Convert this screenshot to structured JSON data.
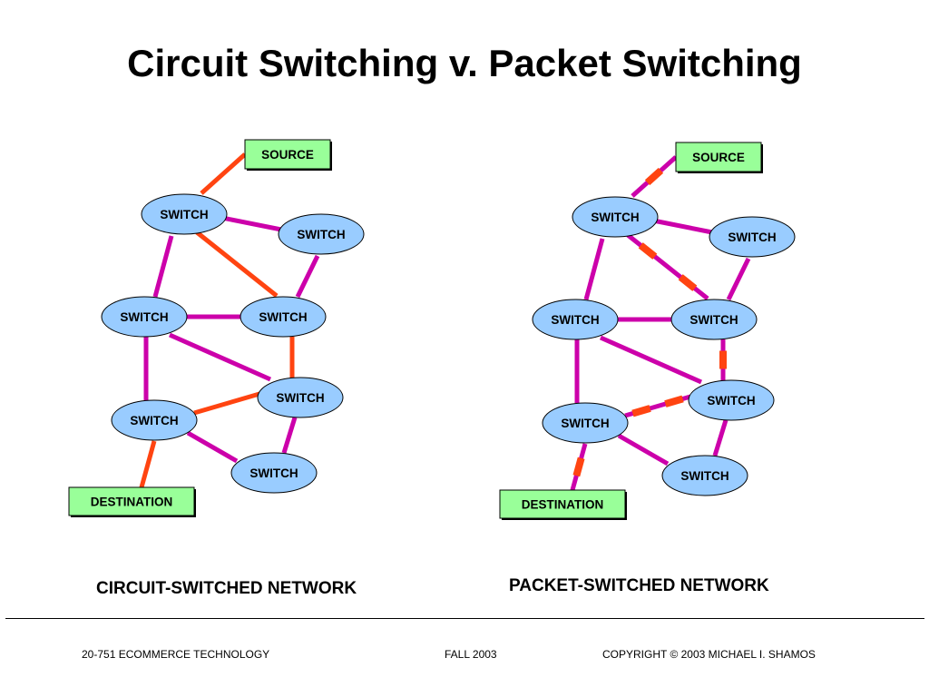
{
  "title": "Circuit Switching v. Packet Switching",
  "colors": {
    "link": "#cc00aa",
    "path": "#ff4411",
    "switch_fill": "#99ccff",
    "endpoint_fill": "#99ff99"
  },
  "networks": [
    {
      "id": "circuit",
      "caption": "CIRCUIT-SWITCHED NETWORK",
      "path_style": "solid",
      "source_label": "SOURCE",
      "destination_label": "DESTINATION",
      "switch_label": "SWITCH"
    },
    {
      "id": "packet",
      "caption": "PACKET-SWITCHED NETWORK",
      "path_style": "dashed",
      "source_label": "SOURCE",
      "destination_label": "DESTINATION",
      "switch_label": "SWITCH"
    }
  ],
  "footer": {
    "left": "20-751 ECOMMERCE TECHNOLOGY",
    "center": "FALL 2003",
    "right": "COPYRIGHT © 2003 MICHAEL I. SHAMOS"
  }
}
